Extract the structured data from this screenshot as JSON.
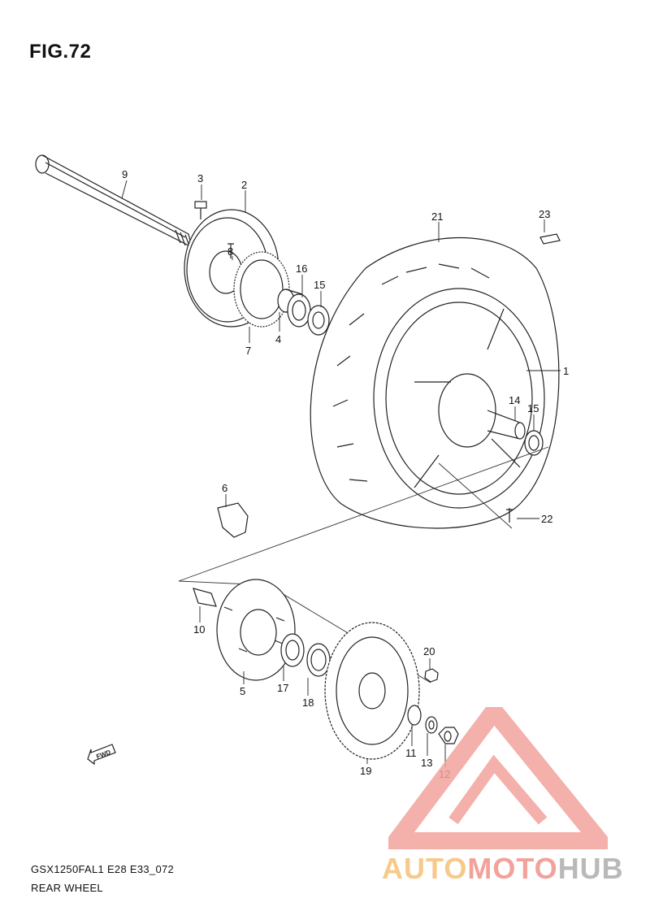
{
  "figure": {
    "title": "FIG.72"
  },
  "footer": {
    "model_code": "GSX1250FAL1 E28 E33_072",
    "section_name": "REAR WHEEL"
  },
  "fwd_arrow": {
    "label": "FWD"
  },
  "watermark": {
    "part1": "AUTO",
    "part2": "MOTO",
    "part3": "HUB",
    "colors": {
      "yellow": "#f7c98b",
      "red": "#f2a29b",
      "gray": "#b9b9b9"
    }
  },
  "callouts": [
    "1",
    "2",
    "3",
    "4",
    "5",
    "6",
    "7",
    "8",
    "9",
    "10",
    "11",
    "12",
    "13",
    "14",
    "15",
    "15",
    "16",
    "17",
    "18",
    "19",
    "20",
    "21",
    "22",
    "23"
  ]
}
